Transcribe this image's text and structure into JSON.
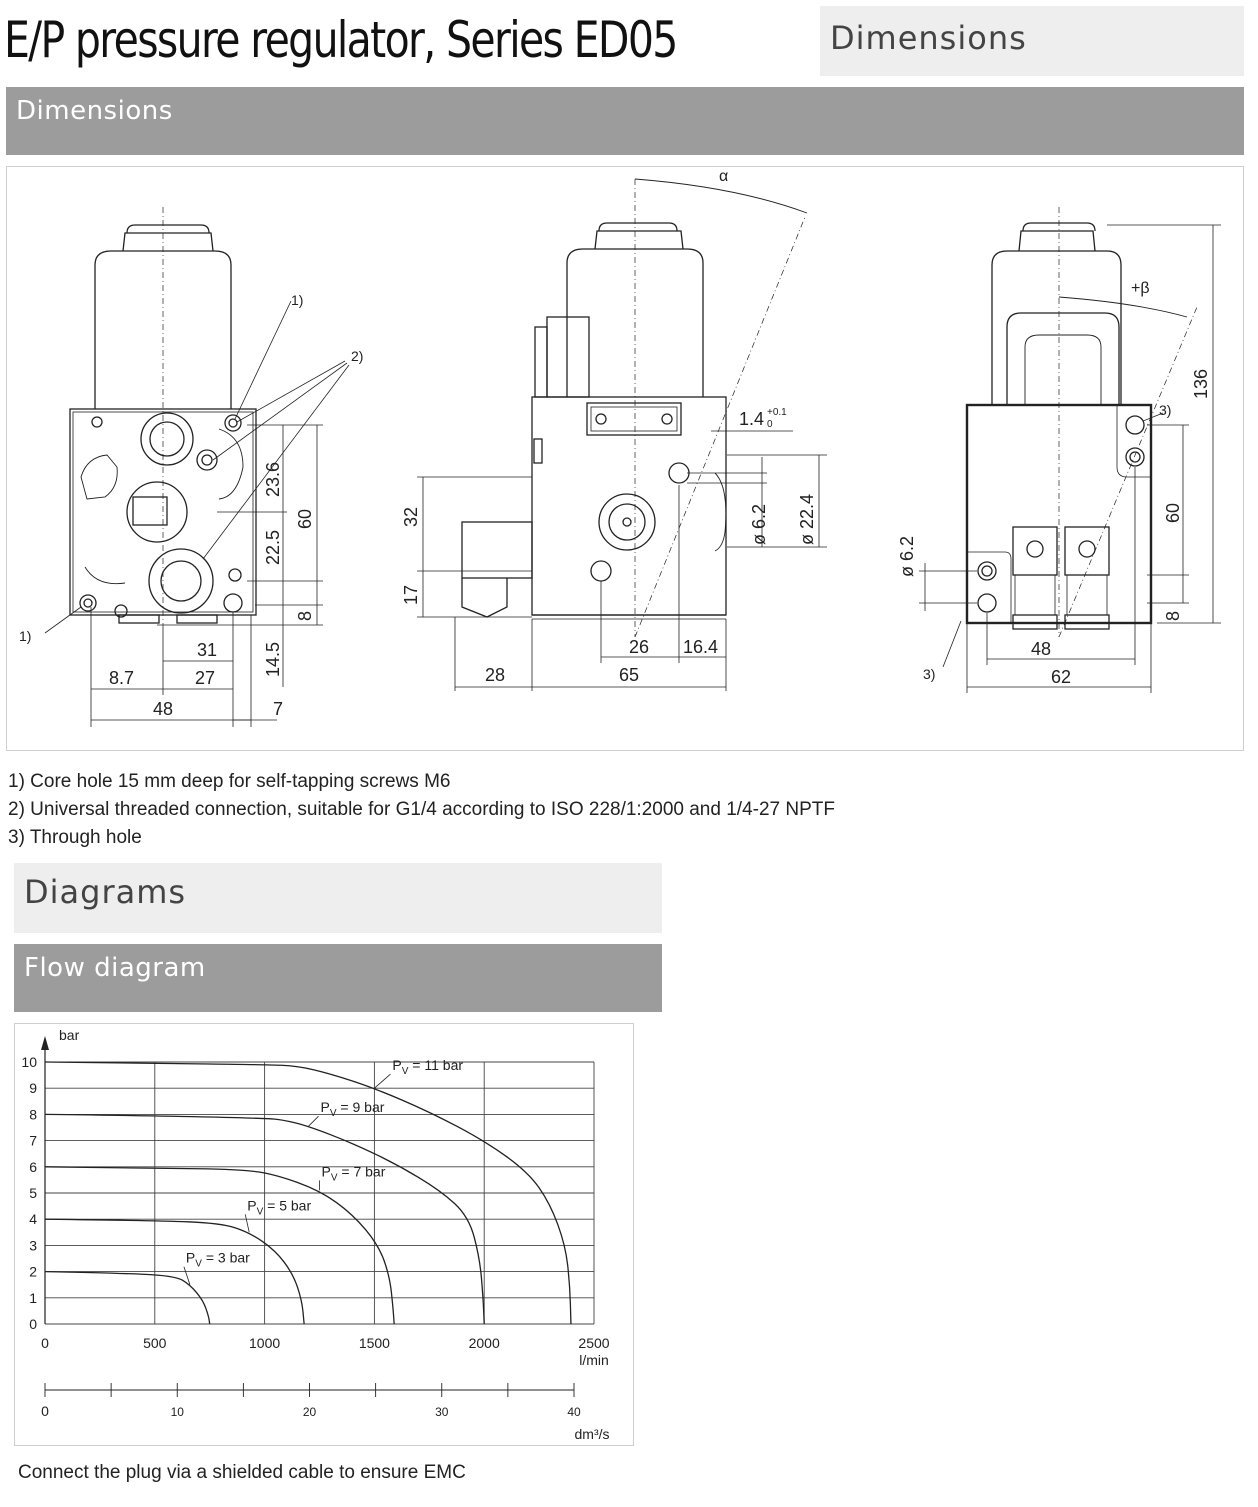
{
  "page": {
    "title": "E/P pressure regulator, Series ED05",
    "title_badge": "Dimensions"
  },
  "dimensions_section": {
    "heading": "Dimensions",
    "drawing": {
      "views": [
        "front-view",
        "side-view",
        "rear-view"
      ],
      "callouts": [
        "1)",
        "2)",
        "3)"
      ],
      "front_dims": [
        "23.6",
        "22.5",
        "60",
        "8",
        "14.5",
        "31",
        "8.7",
        "27",
        "48",
        "7"
      ],
      "side_dims": [
        "1.4",
        "+0.1",
        "0",
        "ø 6.2",
        "ø 22.4",
        "32",
        "17",
        "26",
        "16.4",
        "28",
        "65"
      ],
      "rear_dims": [
        "136",
        "60",
        "8",
        "ø 6.2",
        "48",
        "62"
      ],
      "angles": [
        "α",
        "+β"
      ]
    },
    "notes": [
      "1) Core hole 15 mm deep for self-tapping screws M6",
      "2) Universal threaded connection, suitable for G1/4 according to ISO 228/1:2000 and 1/4-27 NPTF",
      "3) Through hole"
    ]
  },
  "diagrams_section": {
    "heading": "Diagrams",
    "flow_heading": "Flow diagram",
    "footer_note": "Connect the plug via a shielded cable to ensure EMC"
  },
  "chart_data": {
    "type": "line",
    "title": "",
    "ylabel": "bar",
    "xlabel": "l/min",
    "xlim": [
      0,
      2500
    ],
    "ylim": [
      0,
      10
    ],
    "x_ticks": [
      0,
      500,
      1000,
      1500,
      2000,
      2500
    ],
    "y_ticks": [
      0,
      1,
      2,
      3,
      4,
      5,
      6,
      7,
      8,
      9,
      10
    ],
    "grid": true,
    "secondary_axis": {
      "label": "dm³/s",
      "ticks": [
        0,
        10,
        20,
        30,
        40
      ],
      "max": 40
    },
    "series": [
      {
        "name": "P_V = 11 bar",
        "label_main": "P",
        "label_sub": "V",
        "label_tail": " = 11 bar",
        "points": [
          [
            0,
            10
          ],
          [
            500,
            9.95
          ],
          [
            1000,
            9.9
          ],
          [
            1150,
            9.85
          ],
          [
            1300,
            9.55
          ],
          [
            1500,
            9.0
          ],
          [
            1750,
            8.1
          ],
          [
            2000,
            7.0
          ],
          [
            2200,
            5.8
          ],
          [
            2300,
            4.6
          ],
          [
            2370,
            3.0
          ],
          [
            2390,
            1.5
          ],
          [
            2395,
            0
          ]
        ]
      },
      {
        "name": "P_V = 9 bar",
        "label_main": "P",
        "label_sub": "V",
        "label_tail": " = 9 bar",
        "points": [
          [
            0,
            8
          ],
          [
            500,
            7.95
          ],
          [
            1000,
            7.85
          ],
          [
            1080,
            7.8
          ],
          [
            1200,
            7.55
          ],
          [
            1400,
            6.9
          ],
          [
            1600,
            6.1
          ],
          [
            1800,
            5.1
          ],
          [
            1930,
            4.1
          ],
          [
            1980,
            2.5
          ],
          [
            1995,
            1.0
          ],
          [
            2000,
            0
          ]
        ]
      },
      {
        "name": "P_V = 7 bar",
        "label_main": "P",
        "label_sub": "V",
        "label_tail": " = 7 bar",
        "points": [
          [
            0,
            6
          ],
          [
            500,
            5.95
          ],
          [
            900,
            5.9
          ],
          [
            1050,
            5.7
          ],
          [
            1250,
            5.1
          ],
          [
            1400,
            4.2
          ],
          [
            1520,
            3.0
          ],
          [
            1570,
            1.8
          ],
          [
            1585,
            0.6
          ],
          [
            1590,
            0
          ]
        ]
      },
      {
        "name": "P_V = 5 bar",
        "label_main": "P",
        "label_sub": "V",
        "label_tail": " = 5 bar",
        "points": [
          [
            0,
            4
          ],
          [
            500,
            3.95
          ],
          [
            800,
            3.85
          ],
          [
            930,
            3.5
          ],
          [
            1050,
            2.8
          ],
          [
            1130,
            1.9
          ],
          [
            1170,
            0.9
          ],
          [
            1180,
            0
          ]
        ]
      },
      {
        "name": "P_V = 3 bar",
        "label_main": "P",
        "label_sub": "V",
        "label_tail": " = 3 bar",
        "points": [
          [
            0,
            2
          ],
          [
            300,
            1.95
          ],
          [
            590,
            1.85
          ],
          [
            660,
            1.5
          ],
          [
            720,
            0.9
          ],
          [
            745,
            0.3
          ],
          [
            750,
            0
          ]
        ]
      }
    ]
  }
}
